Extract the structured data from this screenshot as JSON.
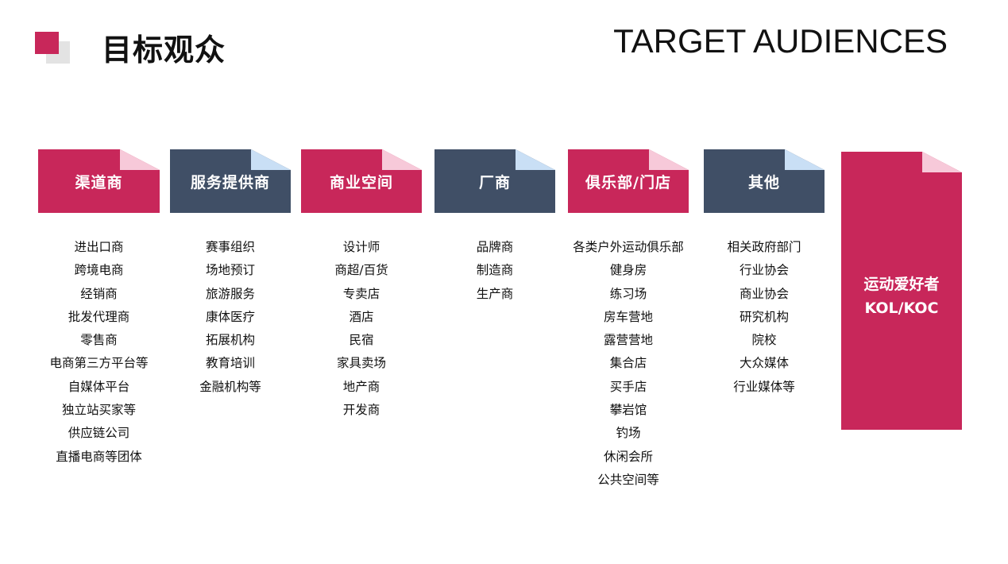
{
  "header": {
    "title_cn": "目标观众",
    "title_en": "TARGET AUDIENCES"
  },
  "colors": {
    "accent_pink": "#c8275a",
    "slate": "#404f66",
    "fold_pink": "#f7c9d9",
    "fold_blue": "#c9dff5",
    "logo_gray": "#e3e3e3"
  },
  "columns": [
    {
      "title": "渠道商",
      "items": [
        "进出口商",
        "跨境电商",
        "经销商",
        "批发代理商",
        "零售商",
        "电商第三方平台等",
        "自媒体平台",
        "独立站买家等",
        "供应链公司",
        "直播电商等团体"
      ]
    },
    {
      "title": "服务提供商",
      "items": [
        "赛事组织",
        "场地预订",
        "旅游服务",
        "康体医疗",
        "拓展机构",
        "教育培训",
        "金融机构等"
      ]
    },
    {
      "title": "商业空间",
      "items": [
        "设计师",
        "商超/百货",
        "专卖店",
        "酒店",
        "民宿",
        "家具卖场",
        "地产商",
        "开发商"
      ]
    },
    {
      "title": "厂商",
      "items": [
        "品牌商",
        "制造商",
        "生产商"
      ]
    },
    {
      "title": "俱乐部/门店",
      "items": [
        "各类户外运动俱乐部",
        "健身房",
        "练习场",
        "房车营地",
        "露营营地",
        "集合店",
        "买手店",
        "攀岩馆",
        "钓场",
        "休闲会所",
        "公共空间等"
      ]
    },
    {
      "title": "其他",
      "items": [
        "相关政府部门",
        "行业协会",
        "商业协会",
        "研究机构",
        "院校",
        "大众媒体",
        "行业媒体等"
      ]
    }
  ],
  "highlight": {
    "line1": "运动爱好者",
    "line2": "KOL/KOC"
  }
}
